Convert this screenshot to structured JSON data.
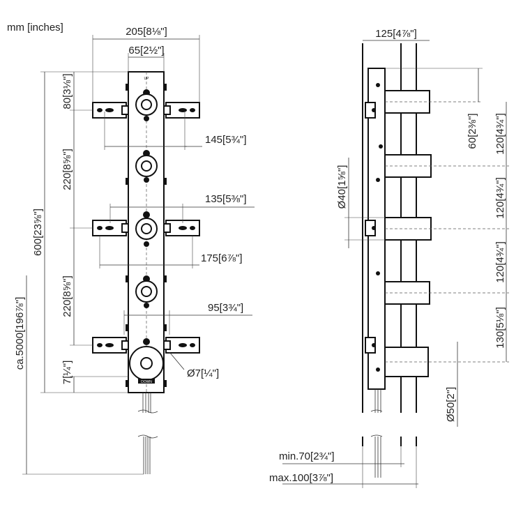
{
  "header": {
    "units_label": "mm [inches]"
  },
  "front_view": {
    "dims": {
      "w205": "205[8⅛\"]",
      "w65": "65[2½\"]",
      "h80": "80[3⅛\"]",
      "w145": "145[5¾\"]",
      "h220a": "220[8⅝\"]",
      "w135": "135[5⅜\"]",
      "h600": "600[23⅝\"]",
      "w175": "175[6⅞\"]",
      "h220b": "220[8⅝\"]",
      "w95": "95[3¾\"]",
      "ca5000": "ca.5000[196⅞\"]",
      "h7": "7[¼\"]",
      "d7": "Ø7[¼\"]"
    },
    "marks": {
      "up": "UP",
      "down": "DOWN"
    }
  },
  "side_view": {
    "dims": {
      "w125": "125[4⅞\"]",
      "h60": "60[2⅜\"]",
      "h120a": "120[4¾\"]",
      "d40": "Ø40[1⅝\"]",
      "h120b": "120[4¾\"]",
      "h120c": "120[4¾\"]",
      "h130": "130[5⅛\"]",
      "d50": "Ø50[2\"]",
      "min70": "min.70[2¾\"]",
      "max100": "max.100[3⅞\"]"
    }
  }
}
